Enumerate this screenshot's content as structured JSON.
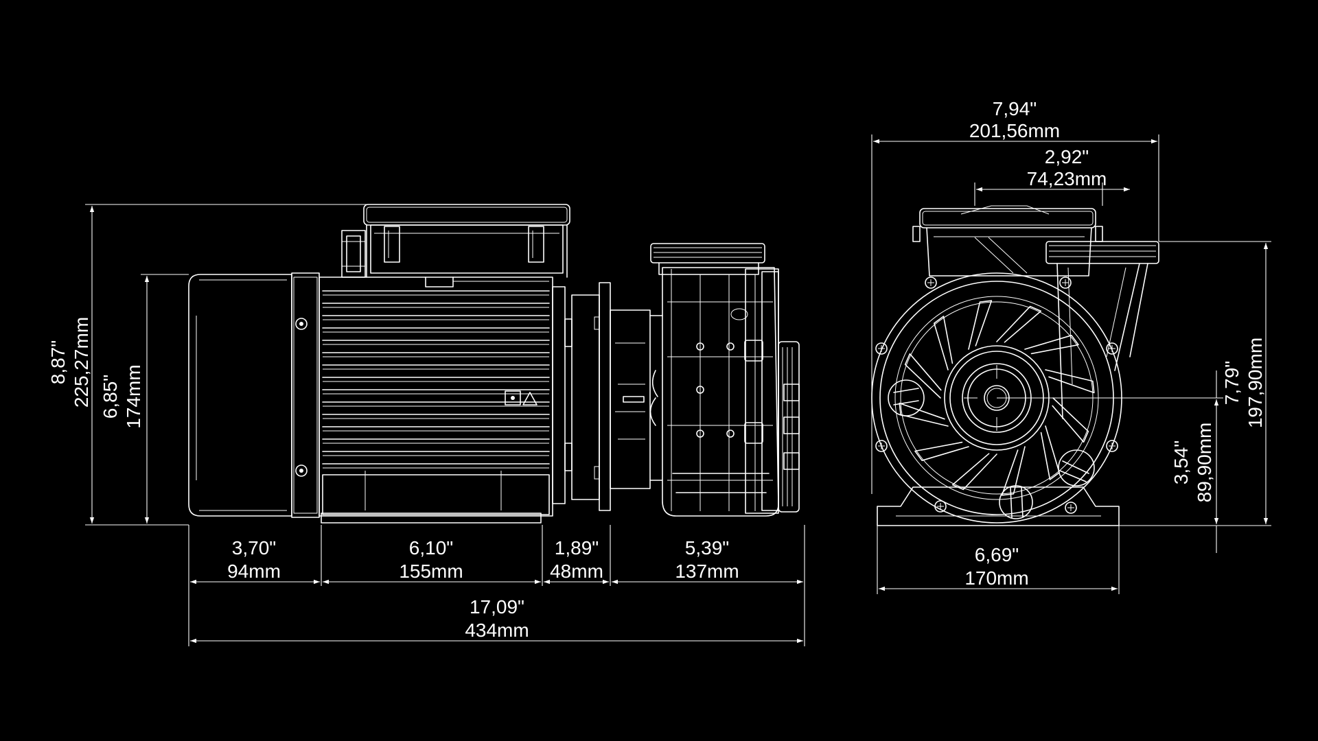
{
  "side_view": {
    "overall_height": {
      "inch": "8,87\"",
      "mm": "225,27mm"
    },
    "motor_height": {
      "inch": "6,85\"",
      "mm": "174mm"
    },
    "segments": [
      {
        "inch": "3,70\"",
        "mm": "94mm"
      },
      {
        "inch": "6,10\"",
        "mm": "155mm"
      },
      {
        "inch": "1,89\"",
        "mm": "48mm"
      },
      {
        "inch": "5,39\"",
        "mm": "137mm"
      }
    ],
    "overall_length": {
      "inch": "17,09\"",
      "mm": "434mm"
    }
  },
  "front_view": {
    "overall_width": {
      "inch": "7,94\"",
      "mm": "201,56mm"
    },
    "offset_width": {
      "inch": "2,92\"",
      "mm": "74,23mm"
    },
    "overall_height": {
      "inch": "7,79\"",
      "mm": "197,90mm"
    },
    "shaft_height": {
      "inch": "3,54\"",
      "mm": "89,90mm"
    },
    "base_width": {
      "inch": "6,69\"",
      "mm": "170mm"
    }
  }
}
